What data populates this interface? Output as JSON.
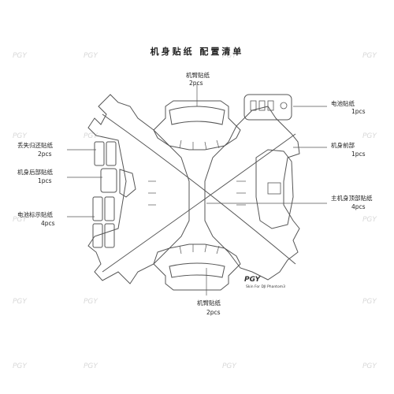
{
  "title": "机身贴纸 配置清单",
  "watermark": "PGY",
  "brand": {
    "logo_text": "PGY",
    "tagline": "Skin For DJI Phantom3"
  },
  "parts": {
    "arm_top": {
      "name": "机臂贴纸",
      "qty": "2pcs"
    },
    "battery": {
      "name": "电池贴纸",
      "qty": "1pcs"
    },
    "lost_return": {
      "name": "丢失归还贴纸",
      "qty": "2pcs"
    },
    "front": {
      "name": "机身前部",
      "qty": "1pcs"
    },
    "rear": {
      "name": "机身后部贴纸",
      "qty": "1pcs"
    },
    "top": {
      "name": "主机身顶部贴纸",
      "qty": "4pcs"
    },
    "battery_indicator": {
      "name": "电池标示贴纸",
      "qty": "4pcs"
    },
    "arm_bottom": {
      "name": "机臂贴纸",
      "qty": "2pcs"
    }
  },
  "colors": {
    "line": "#555555",
    "fill": "#ffffff",
    "watermark": "#d8d8d8"
  }
}
